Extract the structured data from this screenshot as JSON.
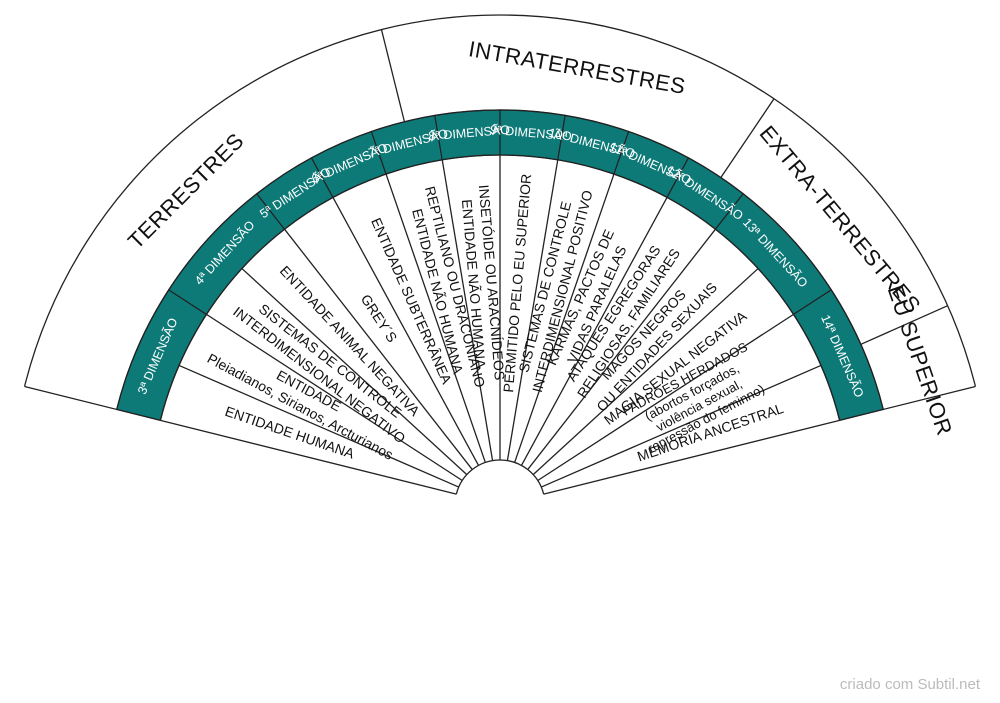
{
  "colors": {
    "ring": "#0e7a78",
    "line": "#222222",
    "text": "#111111",
    "ring_text": "#ffffff",
    "credit": "#bbbbbb"
  },
  "outer_groups": [
    "TERRESTRES",
    "INTRATERRESTRES",
    "EXTRA-TERRESTRES",
    "EU SUPERIOR"
  ],
  "dimensions": [
    "3ª DIMENSÃO",
    "4ª DIMENSÃO",
    "5ª DIMENSÃO",
    "6ª DIMENSÃO",
    "7ª DIMENSÃO",
    "8ª DIMENSÃO",
    "9ª DIMENSÃO",
    "10ª DIMENSÃO",
    "11ª DIMENSÃO",
    "12ª DIMENSÃO",
    "13ª DIMENSÃO",
    "14ª DIMENSÃO"
  ],
  "entities": [
    {
      "lines": [
        "ENTIDADE HUMANA"
      ]
    },
    {
      "lines": [
        "ENTIDADE",
        "Pleiadianos, Sirianos, Arcturianos"
      ]
    },
    {
      "lines": [
        "SISTEMAS DE CONTROLE",
        "INTERDIMENSIONAL NEGATIVO"
      ]
    },
    {
      "lines": [
        "ENTIDADE ANIMAL NEGATIVA"
      ]
    },
    {
      "lines": [
        "GREY´S"
      ]
    },
    {
      "lines": [
        "ENTIDADE SUBTERRÂNEA"
      ]
    },
    {
      "lines": [
        "REPTILIANO OU DRACONIANO",
        "ENTIDADE NÃO HUMANA"
      ]
    },
    {
      "lines": [
        "INSETÓIDE OU ARACNÍDEOS",
        "ENTIDADE NÃO HUMANA"
      ]
    },
    {
      "lines": [
        "PERMITIDO PELO EU SUPERIOR"
      ]
    },
    {
      "lines": [
        "SISTEMAS DE CONTROLE",
        "INTERDIMENSIONAL POSITIVO"
      ]
    },
    {
      "lines": [
        "KARMAS, PACTOS DE",
        "VIDAS PARALELAS"
      ]
    },
    {
      "lines": [
        "ATAQUES EGREGORAS",
        "RELIGIOSAS, FAMILIARES"
      ]
    },
    {
      "lines": [
        "MAGOS NEGROS",
        "OU ENTIDADES SEXUAIS"
      ]
    },
    {
      "lines": [
        "MAGIA SEXUAL NEGATIVA"
      ]
    },
    {
      "lines": [
        "PADRÕES HERDADOS",
        "(abortos forçados,",
        "violência sexual,",
        "repressão do feminno)"
      ]
    },
    {
      "lines": [
        "MEMORIA ANCESTRAL"
      ]
    }
  ],
  "credit": "criado com Subtil.net"
}
